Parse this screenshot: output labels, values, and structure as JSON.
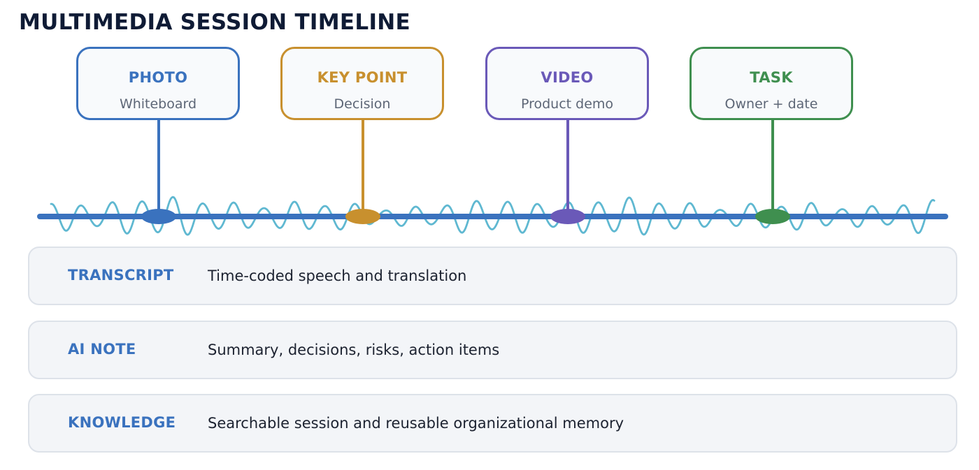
{
  "title": "MULTIMEDIA SESSION TIMELINE",
  "colors": {
    "title": "#0f1b35",
    "axis": "#3a72be",
    "waveform": "#5fb8d1",
    "card_fill": "#f8fafc",
    "subtitle_text": "#5d6676",
    "row_fill": "#f3f5f8",
    "row_border": "#dde2e9",
    "row_label": "#3a72be",
    "row_text": "#1c2230"
  },
  "events": [
    {
      "label": "PHOTO",
      "detail": "Whiteboard",
      "color": "#3a72be",
      "icon": "timeline-marker-dot"
    },
    {
      "label": "KEY POINT",
      "detail": "Decision",
      "color": "#c8902e",
      "icon": "timeline-marker-dot"
    },
    {
      "label": "VIDEO",
      "detail": "Product demo",
      "color": "#6a59b8",
      "icon": "timeline-marker-dot"
    },
    {
      "label": "TASK",
      "detail": "Owner + date",
      "color": "#3f8f4f",
      "icon": "timeline-marker-dot"
    }
  ],
  "layers": [
    {
      "label": "TRANSCRIPT",
      "description": "Time-coded speech and translation"
    },
    {
      "label": "AI NOTE",
      "description": "Summary, decisions, risks, action items"
    },
    {
      "label": "KNOWLEDGE",
      "description": "Searchable session and reusable organizational memory"
    }
  ]
}
